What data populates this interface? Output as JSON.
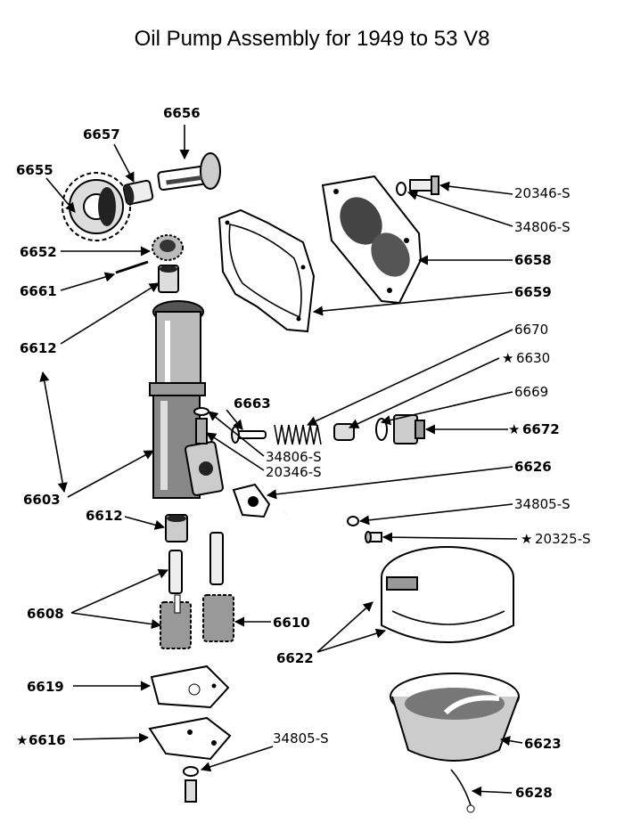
{
  "title": "Oil Pump Assembly for 1949 to 53 V8",
  "labels": {
    "p6656": "6656",
    "p6657": "6657",
    "p6655": "6655",
    "p20346s_top": "20346-S",
    "p34806s_top": "34806-S",
    "p6658": "6658",
    "p6652": "6652",
    "p6661": "6661",
    "p6659": "6659",
    "p6612_top": "6612",
    "p6670": "6670",
    "p6630": "6630",
    "p6669": "6669",
    "p6663": "6663",
    "p6672": "6672",
    "p34806s_mid": "34806-S",
    "p20346s_mid": "20346-S",
    "p6626": "6626",
    "p6603": "6603",
    "p6612_bot": "6612",
    "p34805s_right": "34805-S",
    "p20325s": "20325-S",
    "p6608": "6608",
    "p6610": "6610",
    "p6622": "6622",
    "p6619": "6619",
    "p6616": "6616",
    "p34805s_bot": "34805-S",
    "p6623": "6623",
    "p6628": "6628"
  },
  "star_glyph": "★"
}
